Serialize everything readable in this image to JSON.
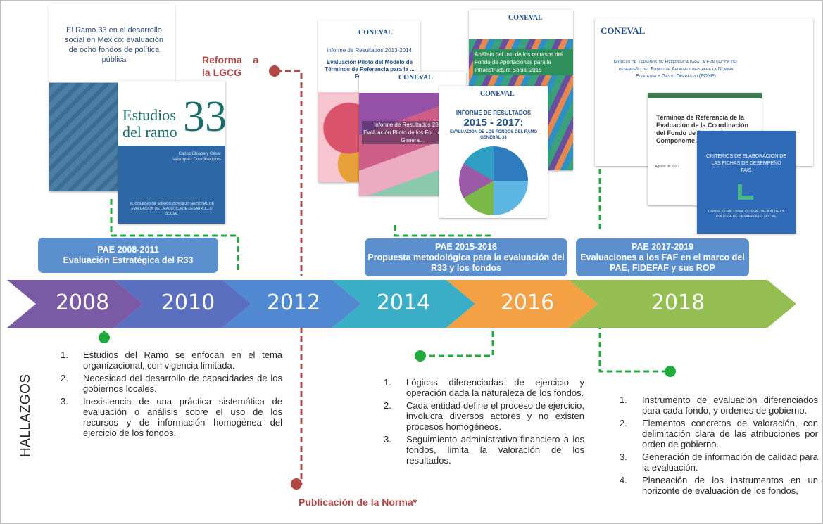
{
  "colors": {
    "purple": "#7a5aa5",
    "blue1": "#5b73c3",
    "blue2": "#4f8fd6",
    "teal": "#35b3c4",
    "orange": "#f4a146",
    "green": "#94bd52",
    "dashed_green": "#1faa3b",
    "dashed_red": "#b14846",
    "pae_box": "#5b8fce"
  },
  "timeline": [
    {
      "year": "2008",
      "color": "#7a5aa5"
    },
    {
      "year": "2010",
      "color": "#5a6fc0"
    },
    {
      "year": "2012",
      "color": "#5089d2"
    },
    {
      "year": "2014",
      "color": "#3aaec6"
    },
    {
      "year": "2016",
      "color": "#f4a146"
    },
    {
      "year": "2018",
      "color": "#94bd52"
    }
  ],
  "pae": [
    {
      "title": "PAE 2008-2011",
      "subtitle": "Evaluación Estratégica del R33"
    },
    {
      "title": "PAE 2015-2016",
      "subtitle": "Propuesta metodológica  para la evaluación del R33 y los fondos"
    },
    {
      "title": "PAE 2017-2019",
      "subtitle": "Evaluaciones a los FAF en el marco del PAE, FIDEFAF y sus ROP"
    }
  ],
  "annotations": {
    "reforma": "Reforma    a la LGCG",
    "publicacion": "Publicación de la Norma*"
  },
  "side_label": "HALLAZGOS",
  "findings": {
    "group1": [
      "Estudios del Ramo se enfocan en el tema organizacional, con vigencia limitada.",
      "Necesidad del desarrollo de capacidades de los gobiernos locales.",
      "Inexistencia de una práctica sistemática de evaluación o análisis sobre el uso de los recursos y de información homogénea del ejercicio de los fondos."
    ],
    "group2": [
      "Lógicas diferenciadas de ejercicio y operación dada la naturaleza de los fondos.",
      "Cada entidad define el proceso de ejercicio, involucra diversos actores y no existen procesos homogéneos.",
      "Seguimiento administrativo-financiero a los fondos, limita la valoración de los resultados."
    ],
    "group3": [
      "Instrumento de evaluación diferenciados para cada fondo, y ordenes de gobierno.",
      "Elementos concretos de valoración, con delimitación clara de las atribuciones por orden de gobierno.",
      "Generación de información de calidad para la evaluación.",
      "Planeación de los instrumentos en un horizonte de evaluación de los fondos,"
    ]
  },
  "covers": {
    "ramo33_title": "El Ramo 33 en el desarrollo social en México: evaluación de ocho fondos de política pública",
    "estudios_a": "Estudios",
    "estudios_b": "del ramo",
    "estudios_num": "33",
    "estudios_authors": "Carlos Chiapa y César Velázquez Coordinadores",
    "estudios_publisher": "EL COLEGIO DE MÉXICO CONSEJO NACIONAL DE EVALUACIÓN DE LA POLÍTICA DE DESARROLLO SOCIAL",
    "coneval": "CONEVAL",
    "informe_1314_title": "Informe de Resultados 2013-2014",
    "informe_1314_sub": "Evaluación Piloto del Modelo de Términos de Referencia para la ... Fondos d...",
    "informe_1416_sub": "Informe de Resultados 2014-... Evaluación Piloto de los Fo... del Ramo Genera...",
    "analisis_title": "Análisis del uso de los recursos del Fondo de Aportaciones para la Infraestructura Social 2015",
    "informe_1517_a": "INFORME DE RESULTADOS",
    "informe_1517_b": "2015 - 2017:",
    "informe_1517_c": "EVALUACIÓN DE LOS FONDOS DEL RAMO GENERAL 33",
    "modelo_title": "Modelo de Términos de Referencia para la Evaluación del desempeño del Fondo de Aportaciones para la Nómina Educativa y Gasto Operativo (FONE)",
    "terminos_title": "Términos de Referencia de la Evaluación de la Coordinación del Fondo de Aportaciones ... Componente Asistencia Soc...",
    "terminos_date": "Agosto de 2017",
    "criterios_title": "CRITERIOS DE ELABORACIÓN DE LAS FICHAS DE DESEMPEÑO FAIS",
    "criterios_footer": "CONSEJO NACIONAL DE EVALUACIÓN DE LA POLÍTICA DE DESARROLLO SOCIAL"
  }
}
